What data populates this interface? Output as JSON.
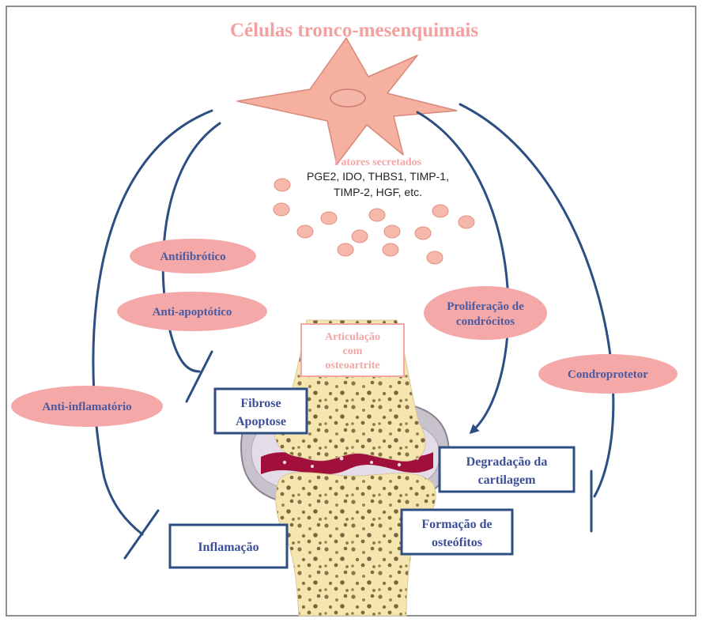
{
  "title": "Células tronco-mesenquimais",
  "secreted": {
    "heading": "Fatores secretados",
    "line1": "PGE2, IDO, THBS1, TIMP-1,",
    "line2": "TIMP-2, HGF, etc."
  },
  "effects": {
    "antifibrotic": "Antifibrótico",
    "antiapoptotic": "Anti-apoptótico",
    "antiinflammatory": "Anti-inflamatório",
    "proliferation_1": "Proliferação de",
    "proliferation_2": "condrócitos",
    "chondroprotective": "Condroprotetor"
  },
  "joint": {
    "label_1": "Articulação",
    "label_2": "com",
    "label_3": "osteoartrite"
  },
  "conditions": {
    "fibrosis_1": "Fibrose",
    "fibrosis_2": "Apoptose",
    "degradation_1": "Degradação da",
    "degradation_2": "cartilagem",
    "inflammation": "Inflamação",
    "osteophytes_1": "Formação de",
    "osteophytes_2": "osteófitos"
  },
  "colors": {
    "title_pink": "#f4a0a0",
    "ellipse_pink": "#f5a8a8",
    "ellipse_text": "#4a5aa0",
    "line_blue": "#2d4e82",
    "box_border": "#2d4e82",
    "box_text": "#3a4f96",
    "bone": "#f5e6b0",
    "bone_dots": "#8a7246",
    "cartilage_red": "#a0103a",
    "capsule_grey": "#c8c2cc"
  },
  "icons": {
    "cell": "mesenchymal-stem-cell-icon",
    "vesicles": "secreted-vesicle-icon",
    "joint": "knee-joint-icon"
  }
}
